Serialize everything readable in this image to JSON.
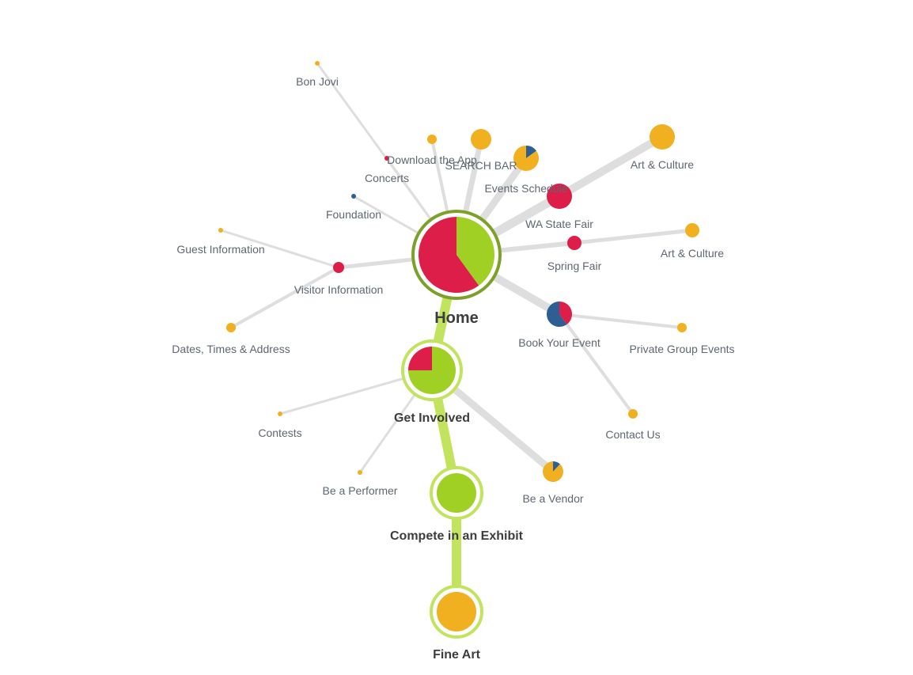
{
  "colors": {
    "green": "#a0d024",
    "red": "#dd1e48",
    "blue": "#2e5f93",
    "orange": "#f0b020",
    "link_gray": "#dedede",
    "path_link": "#c2e35e",
    "root_ring": "#7da028",
    "path_ring": "#c2e35e"
  },
  "diagram": {
    "nodes": [
      {
        "id": "home",
        "label": "Home",
        "role": "root",
        "slices": [
          {
            "color": "green",
            "value": 40
          },
          {
            "color": "red",
            "value": 60
          }
        ]
      },
      {
        "id": "get-involved",
        "label": "Get Involved",
        "role": "path",
        "slices": [
          {
            "color": "green",
            "value": 75
          },
          {
            "color": "red",
            "value": 25
          }
        ]
      },
      {
        "id": "compete-exhibit",
        "label": "Compete in an Exhibit",
        "role": "path",
        "slices": [
          {
            "color": "green",
            "value": 100
          }
        ]
      },
      {
        "id": "fine-art",
        "label": "Fine Art",
        "role": "path",
        "slices": [
          {
            "color": "orange",
            "value": 100
          }
        ]
      },
      {
        "id": "bon-jovi",
        "label": "Bon Jovi",
        "slices": [
          {
            "color": "orange",
            "value": 100
          }
        ]
      },
      {
        "id": "concerts",
        "label": "Concerts",
        "slices": [
          {
            "color": "red",
            "value": 100
          }
        ]
      },
      {
        "id": "download-app",
        "label": "Download the App",
        "slices": [
          {
            "color": "orange",
            "value": 100
          }
        ]
      },
      {
        "id": "search-bar",
        "label": "SEARCH BAR",
        "slices": [
          {
            "color": "orange",
            "value": 100
          }
        ]
      },
      {
        "id": "events-schedule",
        "label": "Events Schedule",
        "slices": [
          {
            "color": "blue",
            "value": 15
          },
          {
            "color": "orange",
            "value": 85
          }
        ]
      },
      {
        "id": "art-culture-1",
        "label": "Art & Culture",
        "slices": [
          {
            "color": "orange",
            "value": 100
          }
        ]
      },
      {
        "id": "wa-state-fair",
        "label": "WA State Fair",
        "slices": [
          {
            "color": "red",
            "value": 100
          }
        ]
      },
      {
        "id": "spring-fair",
        "label": "Spring Fair",
        "slices": [
          {
            "color": "red",
            "value": 100
          }
        ]
      },
      {
        "id": "art-culture-2",
        "label": "Art & Culture",
        "slices": [
          {
            "color": "orange",
            "value": 100
          }
        ]
      },
      {
        "id": "foundation",
        "label": "Foundation",
        "slices": [
          {
            "color": "blue",
            "value": 100
          }
        ]
      },
      {
        "id": "guest-information",
        "label": "Guest Information",
        "slices": [
          {
            "color": "orange",
            "value": 100
          }
        ]
      },
      {
        "id": "visitor-information",
        "label": "Visitor Information",
        "slices": [
          {
            "color": "red",
            "value": 100
          }
        ]
      },
      {
        "id": "dates-times-address",
        "label": "Dates, Times & Address",
        "slices": [
          {
            "color": "orange",
            "value": 100
          }
        ]
      },
      {
        "id": "book-your-event",
        "label": "Book Your Event",
        "slices": [
          {
            "color": "red",
            "value": 40
          },
          {
            "color": "blue",
            "value": 60
          }
        ]
      },
      {
        "id": "private-group-events",
        "label": "Private Group Events",
        "slices": [
          {
            "color": "orange",
            "value": 100
          }
        ]
      },
      {
        "id": "contact-us",
        "label": "Contact Us",
        "slices": [
          {
            "color": "orange",
            "value": 100
          }
        ]
      },
      {
        "id": "contests",
        "label": "Contests",
        "slices": [
          {
            "color": "orange",
            "value": 100
          }
        ]
      },
      {
        "id": "be-a-performer",
        "label": "Be a Performer",
        "slices": [
          {
            "color": "orange",
            "value": 100
          }
        ]
      },
      {
        "id": "be-a-vendor",
        "label": "Be a Vendor",
        "slices": [
          {
            "color": "blue",
            "value": 12
          },
          {
            "color": "orange",
            "value": 88
          }
        ]
      }
    ],
    "links": [
      {
        "from": "home",
        "to": "get-involved",
        "path": true
      },
      {
        "from": "get-involved",
        "to": "compete-exhibit",
        "path": true
      },
      {
        "from": "compete-exhibit",
        "to": "fine-art",
        "path": true
      },
      {
        "from": "home",
        "to": "bon-jovi"
      },
      {
        "from": "home",
        "to": "concerts"
      },
      {
        "from": "home",
        "to": "download-app"
      },
      {
        "from": "home",
        "to": "search-bar"
      },
      {
        "from": "home",
        "to": "events-schedule"
      },
      {
        "from": "home",
        "to": "wa-state-fair"
      },
      {
        "from": "wa-state-fair",
        "to": "art-culture-1"
      },
      {
        "from": "home",
        "to": "spring-fair"
      },
      {
        "from": "spring-fair",
        "to": "art-culture-2"
      },
      {
        "from": "home",
        "to": "foundation"
      },
      {
        "from": "home",
        "to": "visitor-information"
      },
      {
        "from": "visitor-information",
        "to": "guest-information"
      },
      {
        "from": "visitor-information",
        "to": "dates-times-address"
      },
      {
        "from": "home",
        "to": "book-your-event"
      },
      {
        "from": "book-your-event",
        "to": "private-group-events"
      },
      {
        "from": "book-your-event",
        "to": "contact-us"
      },
      {
        "from": "get-involved",
        "to": "contests"
      },
      {
        "from": "get-involved",
        "to": "be-a-performer"
      },
      {
        "from": "get-involved",
        "to": "be-a-vendor"
      }
    ]
  }
}
